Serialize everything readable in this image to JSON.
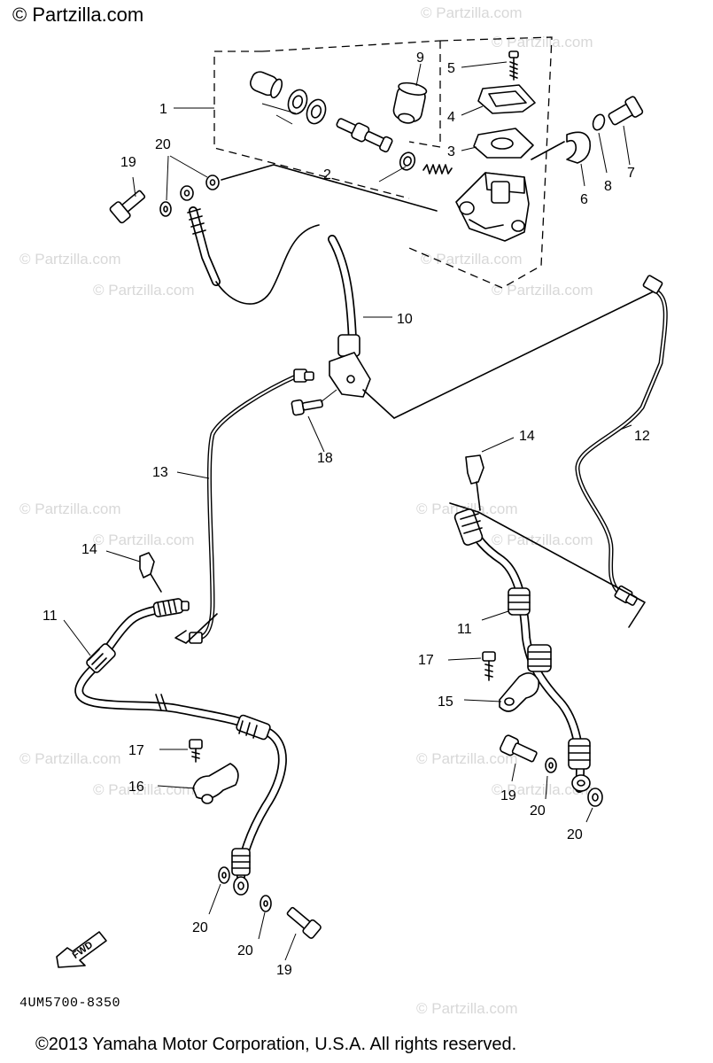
{
  "brand": "© Partzilla.com",
  "watermark": "© Partzilla.com",
  "diagram_code": "4UM5700-8350",
  "copyright": "©2013  Yamaha Motor Corporation, U.S.A. All rights reserved.",
  "fwd_label": "FWD",
  "callouts": {
    "c1": "1",
    "c2": "2",
    "c3": "3",
    "c4": "4",
    "c5": "5",
    "c6": "6",
    "c7": "7",
    "c8": "8",
    "c9": "9",
    "c10": "10",
    "c11a": "11",
    "c11b": "11",
    "c12": "12",
    "c13": "13",
    "c14a": "14",
    "c14b": "14",
    "c15": "15",
    "c16": "16",
    "c17a": "17",
    "c17b": "17",
    "c18": "18",
    "c19a": "19",
    "c19b": "19",
    "c19c": "19",
    "c20a": "20",
    "c20b": "20",
    "c20c": "20",
    "c20d": "20",
    "c20e": "20"
  }
}
